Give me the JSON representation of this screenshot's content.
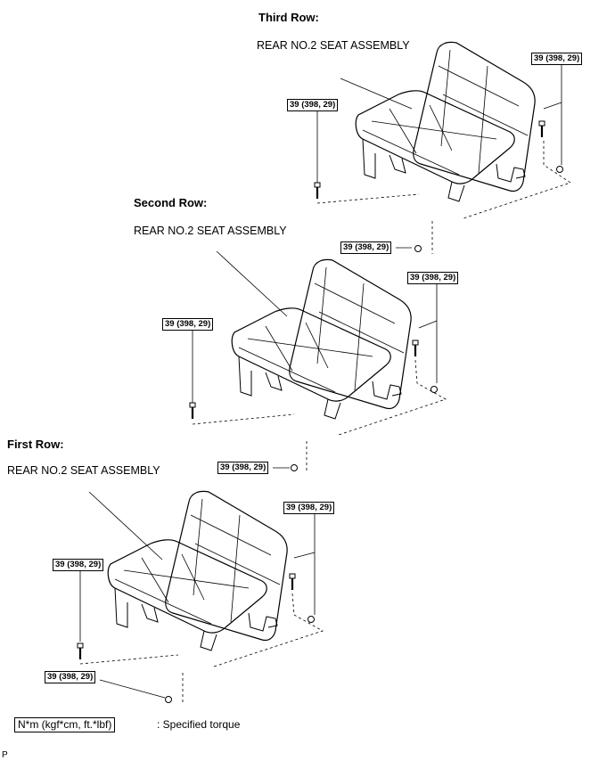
{
  "sections": [
    {
      "title": "Third Row:",
      "assembly": "REAR NO.2 SEAT ASSEMBLY",
      "torques": [
        "39 (398, 29)",
        "39 (398, 29)",
        "39 (398, 29)"
      ]
    },
    {
      "title": "Second Row:",
      "assembly": "REAR NO.2 SEAT ASSEMBLY",
      "torques": [
        "39 (398, 29)",
        "39 (398, 29)",
        "39 (398, 29)"
      ]
    },
    {
      "title": "First Row:",
      "assembly": "REAR NO.2 SEAT ASSEMBLY",
      "torques": [
        "39 (398, 29)",
        "39 (398, 29)",
        "39 (398, 29)"
      ]
    }
  ],
  "legend": {
    "unit_box": "N*m (kgf*cm, ft.*lbf)",
    "text": ": Specified torque"
  },
  "figure_code": "P"
}
